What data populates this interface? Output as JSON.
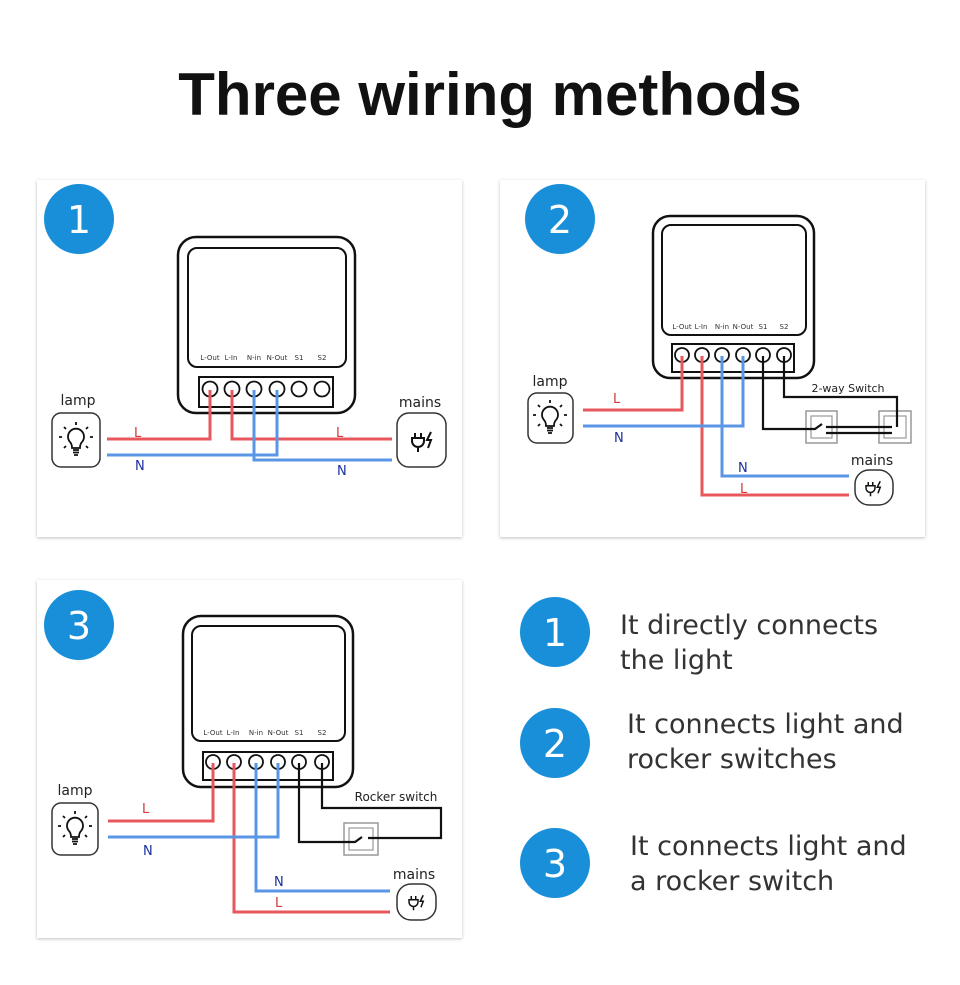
{
  "title": "Three  wiring methods",
  "colors": {
    "accent": "#1a8fd9",
    "live_wire": "#e8575e",
    "neutral_wire": "#5a96e6",
    "neutral_label": "#1a2f9c",
    "live_label": "#d33a3a"
  },
  "terminals": [
    "L-Out",
    "L-In",
    "N-in",
    "N-Out",
    "S1",
    "S2"
  ],
  "panels": [
    {
      "number": "1",
      "lamp": "lamp",
      "mains": "mains",
      "L": "L",
      "N": "N",
      "lamp_icon": "lightbulb-icon",
      "mains_icon": "plug-bolt-icon"
    },
    {
      "number": "2",
      "lamp": "lamp",
      "mains": "mains",
      "L": "L",
      "N": "N",
      "switch_label": "2-way Switch"
    },
    {
      "number": "3",
      "lamp": "lamp",
      "mains": "mains",
      "L": "L",
      "N": "N",
      "switch_label": "Rocker switch"
    }
  ],
  "legend": [
    {
      "number": "1",
      "line1": "It directly connects",
      "line2": "the light"
    },
    {
      "number": "2",
      "line1": "It connects light and",
      "line2": "rocker switches"
    },
    {
      "number": "3",
      "line1": "It connects light and",
      "line2": "a rocker switch"
    }
  ]
}
